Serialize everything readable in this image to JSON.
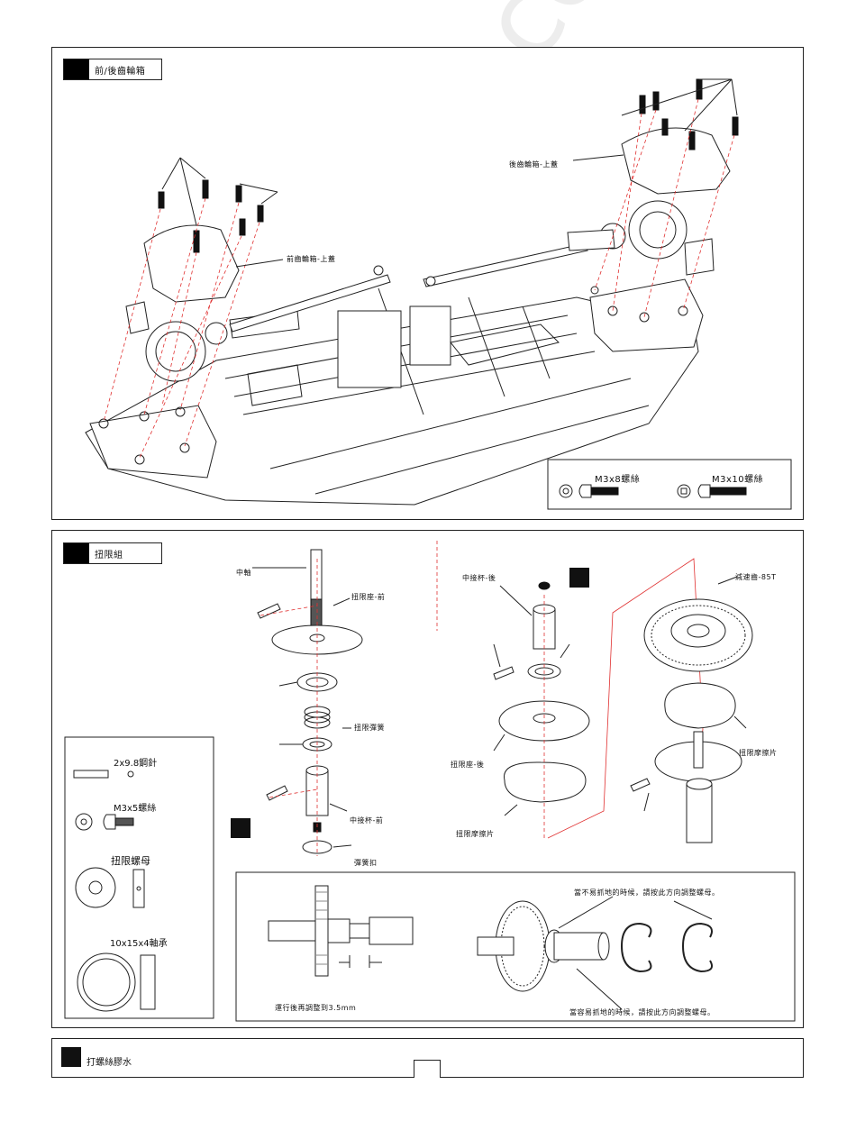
{
  "section1": {
    "title": "前/後齒輪箱",
    "front_gearbox_cover": "前齒輪箱-上蓋",
    "rear_gearbox_cover": "後齒輪箱-上蓋",
    "screw_legend": {
      "m3x8": "M3x8螺絲",
      "m3x10": "M3x10螺絲"
    }
  },
  "section2": {
    "title": "扭限組",
    "labels": {
      "center_shaft": "中軸",
      "slipper_seat_front": "扭限座-前",
      "slipper_spring": "扭限彈簧",
      "center_cup_front": "中接杯-前",
      "spring_clip": "彈簧扣",
      "center_cup_rear": "中接杯-後",
      "slipper_seat_rear": "扭限座-後",
      "slipper_pad_left": "扭限摩擦片",
      "spur_gear": "減速齒-85T",
      "slipper_pad_right": "扭限摩擦片"
    },
    "parts_legend": {
      "pin": "2x9.8鋼針",
      "screw": "M3x5螺絲",
      "nut": "扭限螺母",
      "bearing": "10x15x4軸承"
    },
    "adjust": {
      "gap_note": "運行後再調整到3.5mm",
      "not_easy_grip": "當不易抓地的時候，請按此方向調整螺母。",
      "easy_grip": "當容易抓地的時候，請按此方向調整螺母。"
    }
  },
  "footer": {
    "glue_note": "打螺絲膠水"
  },
  "watermark": "all-guides.com"
}
